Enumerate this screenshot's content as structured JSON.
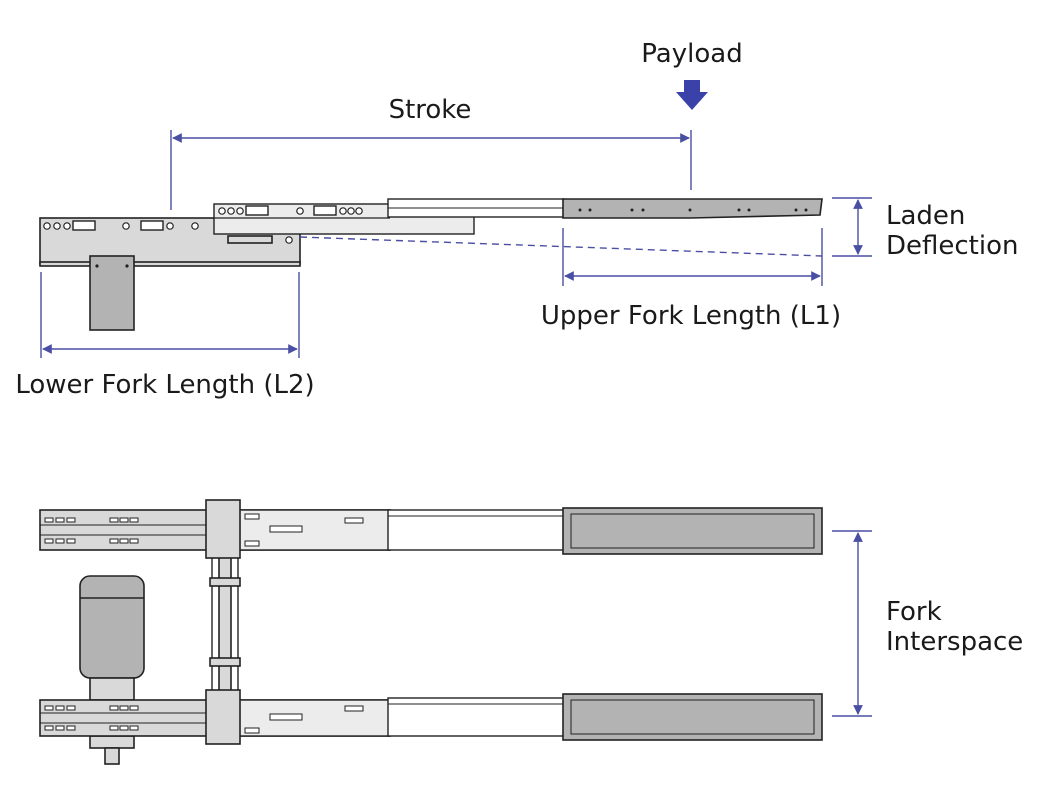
{
  "labels": {
    "payload": "Payload",
    "stroke": "Stroke",
    "laden_line1": "Laden",
    "laden_line2": "Deflection",
    "upper_fork": "Upper Fork Length (L1)",
    "lower_fork": "Lower Fork Length (L2)",
    "interspace_line1": "Fork",
    "interspace_line2": "Interspace"
  },
  "colors": {
    "dimension": "#4a4fa3",
    "payload_arrow": "#3a41a8",
    "metal": "#d9d9d9",
    "dark_metal": "#b3b3b3",
    "outline": "#222222"
  },
  "icons": {
    "payload": "down-arrow-icon"
  }
}
